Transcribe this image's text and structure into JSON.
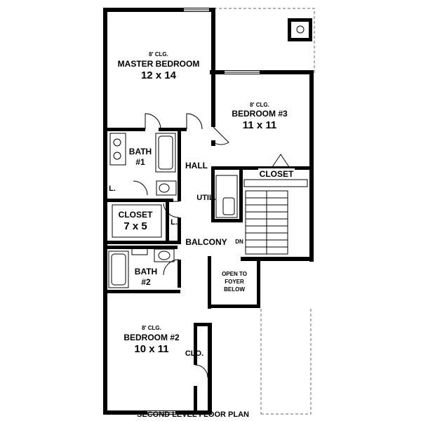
{
  "rooms": {
    "master": {
      "clg": "8' CLG.",
      "name": "MASTER BEDROOM",
      "size": "12 x 14"
    },
    "bed3": {
      "clg": "8' CLG.",
      "name": "BEDROOM #3",
      "size": "11 x 11"
    },
    "bed2": {
      "clg": "8' CLG.",
      "name": "BEDROOM #2",
      "size": "10 x 11"
    },
    "bath1": {
      "line1": "BATH",
      "line2": "#1"
    },
    "bath2": {
      "line1": "BATH",
      "line2": "#2"
    },
    "closet_big": {
      "name": "CLOSET",
      "size": "7 x 5"
    },
    "closet_bed3": "CLOSET",
    "hall": "HALL",
    "util": "UTIL.",
    "balcony": "BALCONY",
    "dn": "DN",
    "linen1": "L.",
    "linen2": "L.",
    "clo": "CLO.",
    "open_to_foyer": {
      "line1": "OPEN TO",
      "line2": "FOYER",
      "line3": "BELOW"
    }
  },
  "caption": "SECOND LEVEL FLOOR PLAN"
}
